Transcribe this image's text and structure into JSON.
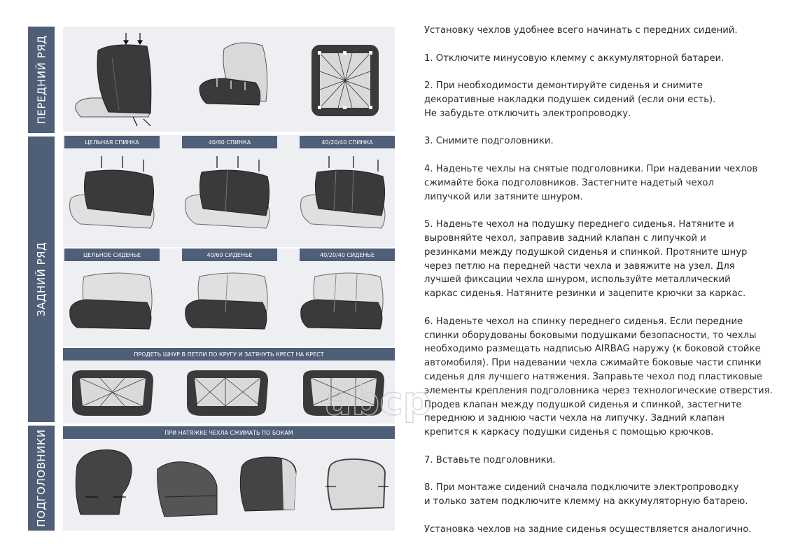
{
  "side_tabs": {
    "front": "ПЕРЕДНИЙ РЯД",
    "rear": "ЗАДНИЙ РЯД",
    "headrests": "ПОДГОЛОВНИКИ"
  },
  "labels": {
    "back_solid": "ЦЕЛЬНАЯ СПИНКА",
    "back_4060": "40/60 СПИНКА",
    "back_402040": "40/20/40 СПИНКА",
    "seat_solid": "ЦЕЛЬНОЕ СИДЕНЬЕ",
    "seat_4060": "40/60 СИДЕНЬЕ",
    "seat_402040": "40/20/40 СИДЕНЬЕ",
    "cord_instruction": "ПРОДЕТЬ ШНУР В ПЕТЛИ ПО КРУГУ И ЗАТЯНУТЬ КРЕСТ НА КРЕСТ",
    "headrest_instruction": "ПРИ НАТЯЖКЕ ЧЕХЛА СЖИМАТЬ ПО БОКАМ"
  },
  "instructions": [
    "Установку чехлов удобнее всего начинать с передних сидений.",
    "1. Отключите минусовую клемму с аккумуляторной батареи.",
    "2. При необходимости демонтируйте сиденья и снимите\nдекоративные накладки подушек сидений (если они есть).\nНе забудьте отключить электропроводку.",
    "3. Снимите подголовники.",
    "4. Наденьте чехлы на снятые подголовники. При надевании чехлов\nсжимайте бока подголовников. Застегните надетый чехол\nлипучкой или затяните шнуром.",
    "5. Наденьте чехол на подушку переднего сиденья. Натяните и\nвыровняйте чехол, заправив задний клапан с липучкой и\nрезинками между подушкой сиденья и спинкой. Протяните шнур\nчерез петлю на передней части чехла и завяжите на узел. Для\nлучшей фиксации чехла шнуром, используйте металлический\nкаркас сиденья. Натяните резинки и зацепите крючки за каркас.",
    "6. Наденьте чехол на спинку переднего сиденья. Если передние\nспинки оборудованы боковыми подушками безопасности, то чехлы\nнеобходимо размещать надписью AIRBAG наружу (к боковой стойке\nавтомобиля). При надевании чехла сжимайте боковые части спинки\nсиденья для лучшего натяжения. Заправьте чехол под пластиковые\nэлементы крепления подголовника через технологические отверстия.\nПродев клапан между подушкой сиденья и спинкой, застегните\nпереднюю и заднюю части чехла на липучку. Задний клапан\nкрепится к каркасу подушки сиденья с помощью крючков.",
    "7. Вставьте подголовники.",
    "8. При монтаже сидений сначала подключите электропроводку\nи только затем подключите клемму на аккумуляторную батарею.",
    "Установка чехлов на задние сиденья осуществляется аналогично."
  ],
  "watermark": "abcp",
  "colors": {
    "tab_bg": "#4f5f78",
    "panel_bg": "#edeff2",
    "seat_dark": "#3a3a3a",
    "seat_light": "#d9d9d9"
  }
}
